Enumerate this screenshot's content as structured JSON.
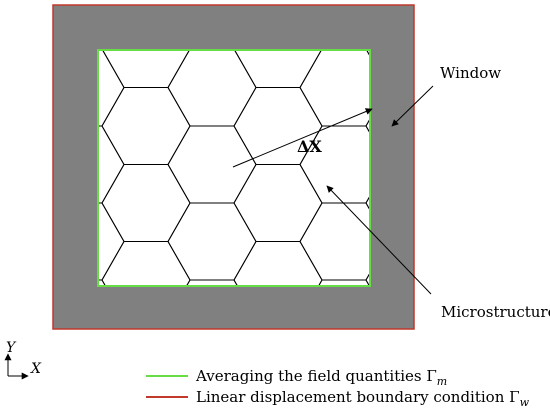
{
  "labels": {
    "window": "Window",
    "microstructure": "Microstructure",
    "delta_x": "ΔX"
  },
  "axes": {
    "y": "Y",
    "x": "X"
  },
  "legend": {
    "green_label": "Averaging the field quantities Γ",
    "green_sub": "m",
    "red_label": "Linear displacement boundary condition Γ",
    "red_sub": "w"
  },
  "colors": {
    "window_fill": "#808080",
    "window_border": "#c0392b",
    "micro_border": "#66dd44",
    "hex_line": "#000000",
    "arrow": "#000000"
  }
}
